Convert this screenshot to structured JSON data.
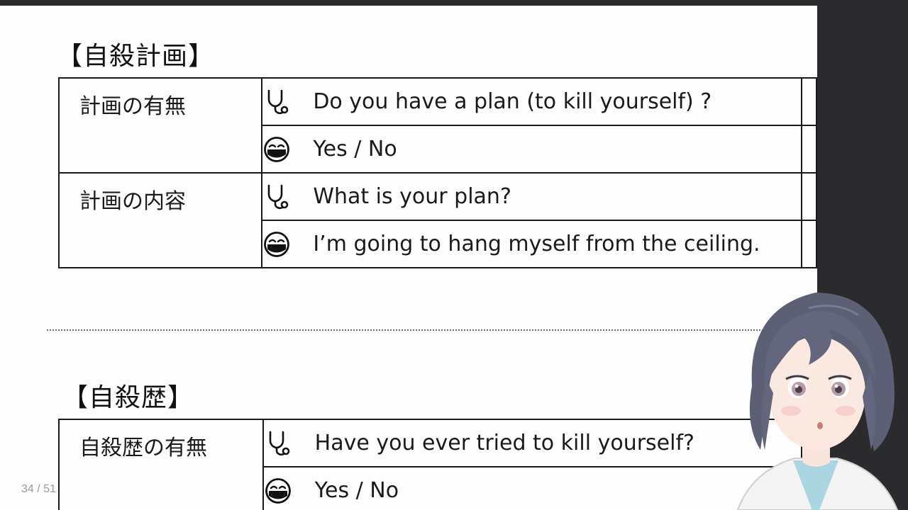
{
  "sections": [
    {
      "title": "【自殺計画】",
      "rows": [
        {
          "label": "計画の有無",
          "question": "Do you have a plan (to kill yourself) ?",
          "answer": "Yes / No"
        },
        {
          "label": "計画の内容",
          "question": "What is your plan?",
          "answer": "I’m going to hang myself from the ceiling."
        }
      ]
    },
    {
      "title": "【自殺歴】",
      "rows": [
        {
          "label": "自殺歴の有無",
          "question": "Have you ever tried to kill yourself?",
          "answer": "Yes / No"
        }
      ]
    }
  ],
  "icons": {
    "question": "stethoscope-icon",
    "answer": "masked-face-icon"
  },
  "page_counter": "34 / 51",
  "colors": {
    "page_background": "#fefefe",
    "frame_background": "#2b2b2d",
    "text": "#1a1a1a",
    "counter_text": "#9a9a9a"
  }
}
